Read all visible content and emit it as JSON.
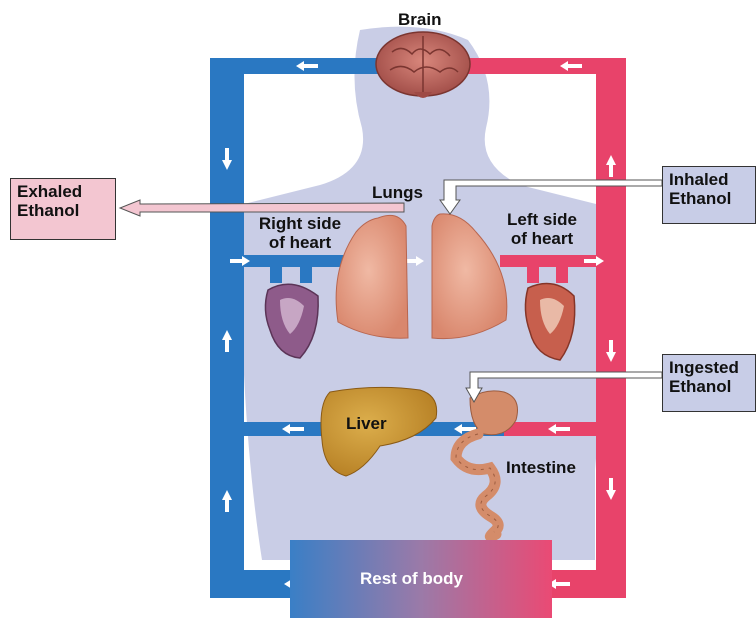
{
  "labels": {
    "brain": "Brain",
    "lungs": "Lungs",
    "right_heart_1": "Right side",
    "right_heart_2": "of heart",
    "left_heart_1": "Left side",
    "left_heart_2": "of heart",
    "liver": "Liver",
    "intestine": "Intestine",
    "rest_of_body": "Rest of body"
  },
  "callouts": {
    "exhaled_1": "Exhaled",
    "exhaled_2": "Ethanol",
    "inhaled_1": "Inhaled",
    "inhaled_2": "Ethanol",
    "ingested_1": "Ingested",
    "ingested_2": "Ethanol"
  },
  "colors": {
    "venous": "#2a78c2",
    "arterial": "#e8436a",
    "body": "#c9cde6",
    "exhaled_box": "#f3c6d1",
    "inhaled_box": "#c8cde7",
    "organ": "#d48c6a",
    "liver": "#c9962e",
    "brain": "#b9655c"
  }
}
